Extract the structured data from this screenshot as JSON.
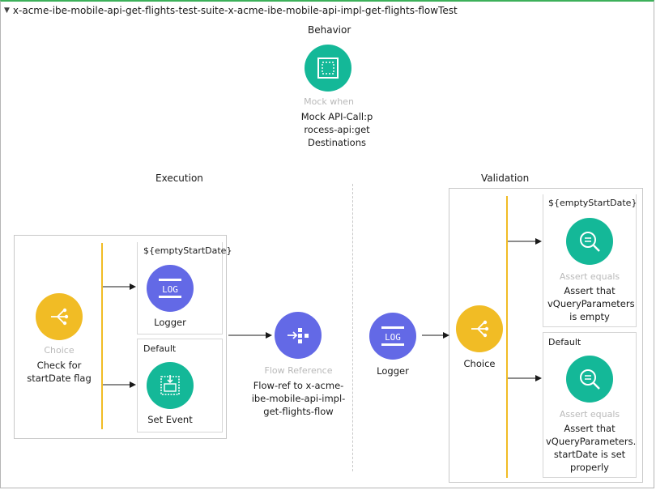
{
  "flow_title": "x-acme-ibe-mobile-api-get-flights-test-suite-x-acme-ibe-mobile-api-impl-get-flights-flowTest",
  "sections": {
    "behavior": "Behavior",
    "execution": "Execution",
    "validation": "Validation"
  },
  "colors": {
    "teal": "#14b898",
    "yellow": "#f1bc25",
    "purple": "#6369e6",
    "accent_green": "#3db05a"
  },
  "behavior": {
    "mock": {
      "type": "Mock when",
      "name": "Mock API-Call:process-api:getDestinations",
      "icon": "mock-icon"
    }
  },
  "execution": {
    "choice": {
      "type": "Choice",
      "name": "Check for startDate flag",
      "icon": "choice-icon"
    },
    "route_when": {
      "label": "${emptyStartDate}",
      "component": {
        "name": "Logger",
        "icon": "logger-icon",
        "glyph": "LOG"
      }
    },
    "route_default": {
      "label": "Default",
      "component": {
        "name": "Set Event",
        "icon": "set-event-icon"
      }
    },
    "flow_ref": {
      "type": "Flow Reference",
      "name": "Flow-ref to x-acme-ibe-mobile-api-impl-get-flights-flow",
      "icon": "flow-reference-icon"
    }
  },
  "validation": {
    "logger": {
      "name": "Logger",
      "icon": "logger-icon",
      "glyph": "LOG"
    },
    "choice": {
      "name": "Choice",
      "icon": "choice-icon"
    },
    "route_when": {
      "label": "${emptyStartDate}",
      "component": {
        "type": "Assert equals",
        "name": "Assert that vQueryParameters is empty",
        "icon": "assert-icon"
      }
    },
    "route_default": {
      "label": "Default",
      "component": {
        "type": "Assert equals",
        "name": "Assert that vQueryParameters. startDate is set properly",
        "icon": "assert-icon"
      }
    }
  }
}
